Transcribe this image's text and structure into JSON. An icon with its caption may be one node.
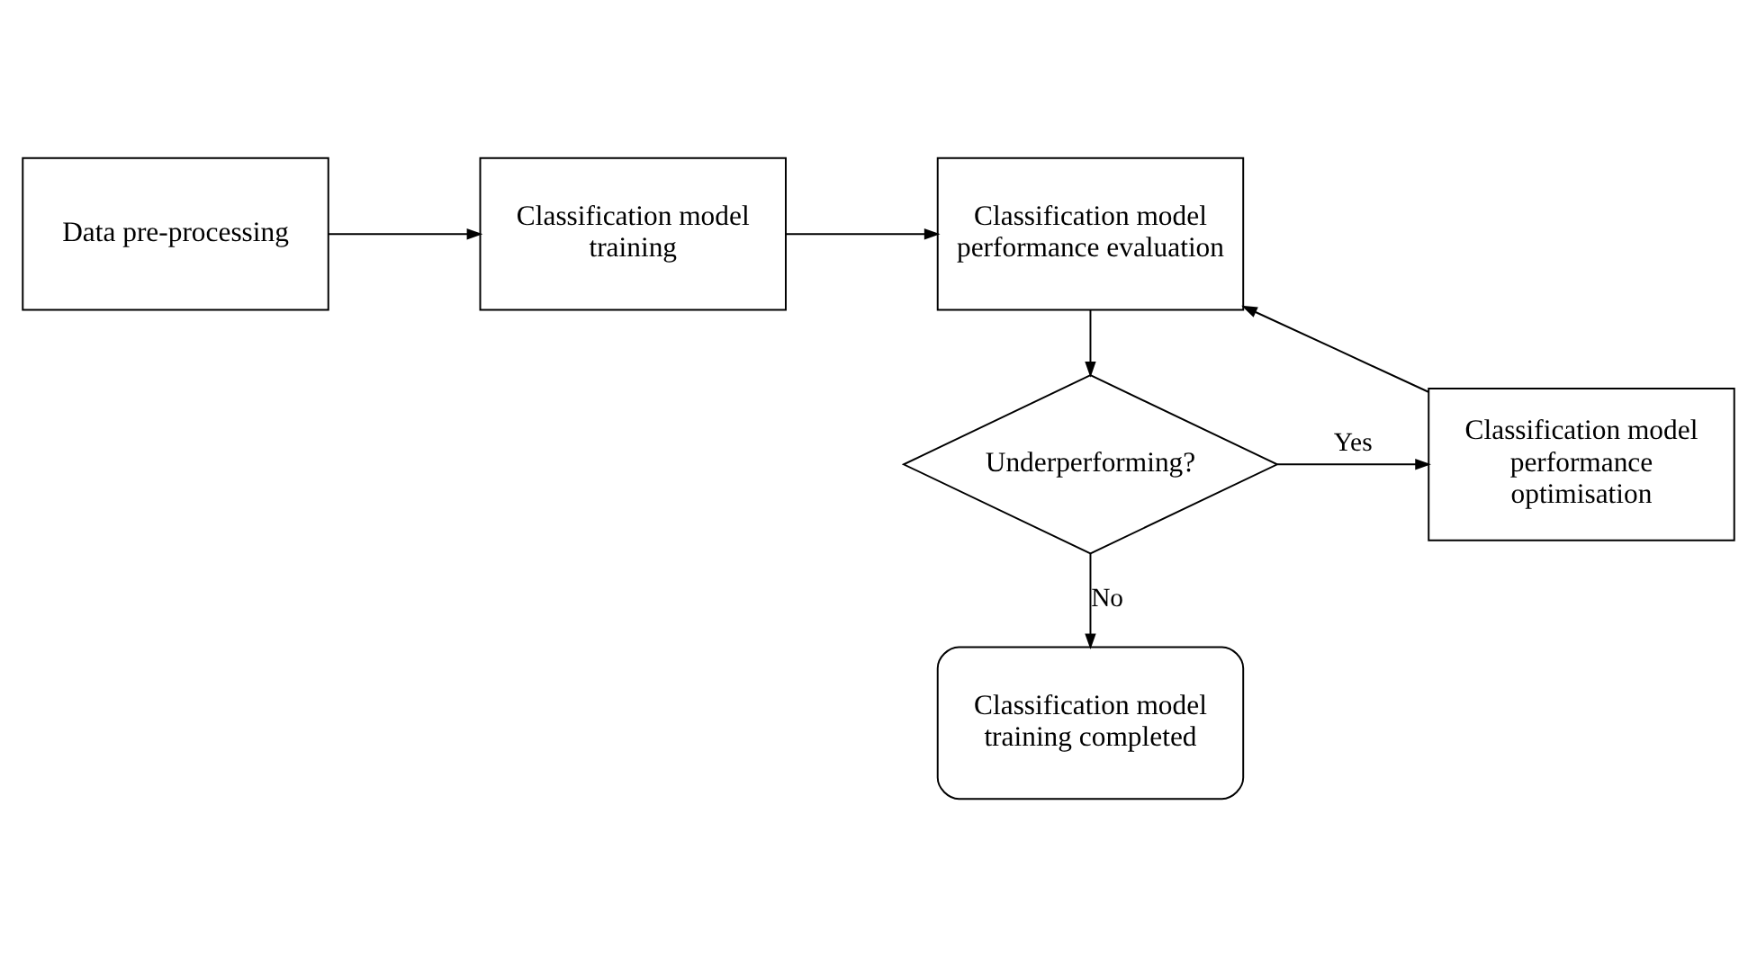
{
  "diagram": {
    "nodes": [
      {
        "text": [
          "Data pre-processing"
        ]
      },
      {
        "text": [
          "Classification model training"
        ]
      },
      {
        "text": [
          "Classification model performance evaluation"
        ]
      },
      {
        "text": [
          "Underperforming?"
        ]
      },
      {
        "text": [
          "Classification model performance optimisation"
        ]
      },
      {
        "text": [
          "Classification model training completed"
        ]
      }
    ],
    "edges": [
      {
        "from": 0,
        "to": 1,
        "arrow": "to"
      },
      {
        "from": 1,
        "to": 2,
        "arrow": "to"
      },
      {
        "from": 2,
        "to": 3,
        "arrow": "to"
      },
      {
        "from": 3,
        "to": 4,
        "arrow": "to",
        "label": "Yes"
      },
      {
        "from": 4,
        "to": 2,
        "arrow": "to"
      },
      {
        "from": 3,
        "to": 5,
        "arrow": "to",
        "label": "No"
      }
    ]
  }
}
